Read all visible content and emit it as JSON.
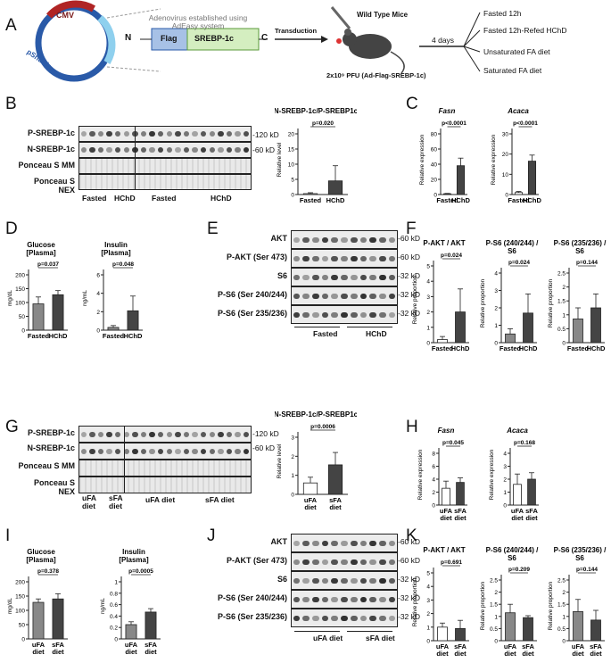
{
  "panel_labels": {
    "A": "A",
    "B": "B",
    "C": "C",
    "D": "D",
    "E": "E",
    "F": "F",
    "G": "G",
    "H": "H",
    "I": "I",
    "J": "J",
    "K": "K"
  },
  "panelA": {
    "cmv": "CMV",
    "pshuttle": "pShuttle",
    "adeno_line1": "Adenovirus established using",
    "adeno_line2": "AdEasy system",
    "n": "N",
    "flag": "Flag",
    "srebp": "SREBP-1c",
    "c": "C",
    "transduction": "Transduction",
    "wild_type": "Wild Type Mice",
    "pfu": "2x10⁹ PFU (Ad-Flag-SREBP-1c)",
    "days": "4 days",
    "outcomes": [
      "Fasted 12h",
      "Fasted 12h-Refed HChD",
      "Unsaturated FA diet",
      "Saturated FA diet"
    ]
  },
  "blotB": {
    "rows": [
      "P-SREBP-1c",
      "N-SREBP-1c",
      "Ponceau S MM",
      "Ponceau S NEX"
    ],
    "kd": [
      "-120 kD",
      "-60 kD"
    ],
    "groups": [
      "Fasted",
      "HChD",
      "Fasted",
      "HChD"
    ]
  },
  "blotE": {
    "rows": [
      "AKT",
      "P-AKT  (Ser 473)",
      "S6",
      "P-S6 (Ser 240/244)",
      "P-S6 (Ser 235/236)"
    ],
    "kd": [
      "-60 kD",
      "-60 kD",
      "-32 kD",
      "-32 kD",
      "-32 kD"
    ],
    "groups": [
      "Fasted",
      "HChD"
    ]
  },
  "blotG": {
    "rows": [
      "P-SREBP-1c",
      "N-SREBP-1c",
      "Ponceau S MM",
      "Ponceau S NEX"
    ],
    "kd": [
      "-120 kD",
      "-60 kD"
    ],
    "groups": [
      "uFA",
      "diet",
      "sFA",
      "diet",
      "uFA diet",
      "sFA diet"
    ]
  },
  "blotJ": {
    "rows": [
      "AKT",
      "P-AKT (Ser 473)",
      "S6",
      "P-S6 (Ser 240/244)",
      "P-S6 (Ser 235/236)"
    ],
    "kd": [
      "-60 kD",
      "-60 kD",
      "-32 kD",
      "-32 kD",
      "-32 kD"
    ],
    "groups": [
      "uFA diet",
      "sFA diet"
    ]
  },
  "chart_data": [
    {
      "id": "B",
      "type": "bar",
      "title": "N-SREBP-1c/P-SREBP1c",
      "ylabel": "Relative level",
      "categories": [
        "Fasted",
        "HChD"
      ],
      "values": [
        0.3,
        4.5
      ],
      "err": [
        0.3,
        5.0
      ],
      "ylim": [
        0,
        20
      ],
      "yticks": [
        0,
        5,
        10,
        15,
        20
      ],
      "pvalue": "p=0.020",
      "colors": [
        "#ffffff",
        "#444444"
      ]
    },
    {
      "id": "C1",
      "type": "bar",
      "title": "Fasn",
      "italic": true,
      "ylabel": "Relative expression",
      "categories": [
        "Fasted",
        "HChD"
      ],
      "values": [
        1,
        38
      ],
      "err": [
        0.5,
        10
      ],
      "ylim": [
        0,
        80
      ],
      "yticks": [
        0,
        20,
        40,
        60,
        80
      ],
      "pvalue": "p<0.0001",
      "colors": [
        "#ffffff",
        "#444444"
      ]
    },
    {
      "id": "C2",
      "type": "bar",
      "title": "Acaca",
      "italic": true,
      "ylabel": "Relative expression",
      "categories": [
        "Fasted",
        "HChD"
      ],
      "values": [
        1,
        16.5
      ],
      "err": [
        0.5,
        3
      ],
      "ylim": [
        0,
        30
      ],
      "yticks": [
        0,
        10,
        20,
        30
      ],
      "pvalue": "p<0.0001",
      "colors": [
        "#ffffff",
        "#444444"
      ]
    },
    {
      "id": "D1",
      "type": "bar",
      "title": "Glucose",
      "title2": "[Plasma]",
      "ylabel": "mg/dL",
      "categories": [
        "Fasted",
        "HChD"
      ],
      "values": [
        95,
        128
      ],
      "err": [
        25,
        15
      ],
      "ylim": [
        0,
        200
      ],
      "yticks": [
        0,
        50,
        100,
        150,
        200
      ],
      "pvalue": "p=0.037",
      "colors": [
        "#888888",
        "#444444"
      ]
    },
    {
      "id": "D2",
      "type": "bar",
      "title": "Insulin",
      "title2": "[Plasma]",
      "ylabel": "ng/mL",
      "categories": [
        "Fasted",
        "HChD"
      ],
      "values": [
        0.3,
        2.1
      ],
      "err": [
        0.2,
        1.6
      ],
      "ylim": [
        0,
        6
      ],
      "yticks": [
        0,
        2,
        4,
        6
      ],
      "pvalue": "p=0.048",
      "colors": [
        "#888888",
        "#444444"
      ]
    },
    {
      "id": "F1",
      "type": "bar",
      "title": "P-AKT / AKT",
      "ylabel": "Relative proportion",
      "categories": [
        "Fasted",
        "HChD"
      ],
      "values": [
        0.2,
        2.0
      ],
      "err": [
        0.2,
        1.5
      ],
      "ylim": [
        0,
        5
      ],
      "yticks": [
        0,
        1,
        2,
        3,
        4,
        5
      ],
      "pvalue": "p=0.024",
      "colors": [
        "#ffffff",
        "#444444"
      ]
    },
    {
      "id": "F2",
      "type": "bar",
      "title": "P-S6 (240/244) /",
      "title2": "S6",
      "ylabel": "Relative proportion",
      "categories": [
        "Fasted",
        "HChD"
      ],
      "values": [
        0.5,
        1.7
      ],
      "err": [
        0.3,
        1.1
      ],
      "ylim": [
        0,
        4
      ],
      "yticks": [
        0,
        1,
        2,
        3,
        4
      ],
      "pvalue": "p=0.024",
      "colors": [
        "#888888",
        "#444444"
      ]
    },
    {
      "id": "F3",
      "type": "bar",
      "title": "P-S6 (235/236) /",
      "title2": "S6",
      "ylabel": "Relative proportion",
      "categories": [
        "Fasted",
        "HChD"
      ],
      "values": [
        0.85,
        1.25
      ],
      "err": [
        0.4,
        0.5
      ],
      "ylim": [
        0,
        2.5
      ],
      "yticks": [
        0,
        0.5,
        1,
        1.5,
        2,
        2.5
      ],
      "pvalue": "p=0.144",
      "colors": [
        "#888888",
        "#444444"
      ]
    },
    {
      "id": "G",
      "type": "bar",
      "title": "N-SREBP-1c/P-SREBP1c",
      "ylabel": "Relative level",
      "categories": [
        "uFA diet",
        "sFA diet"
      ],
      "values": [
        0.6,
        1.55
      ],
      "err": [
        0.3,
        0.65
      ],
      "ylim": [
        0,
        3
      ],
      "yticks": [
        0,
        1,
        2,
        3
      ],
      "pvalue": "p=0.0006",
      "colors": [
        "#ffffff",
        "#444444"
      ]
    },
    {
      "id": "H1",
      "type": "bar",
      "title": "Fasn",
      "italic": true,
      "ylabel": "Relative expression",
      "categories": [
        "uFA diet",
        "sFA diet"
      ],
      "values": [
        2.6,
        3.5
      ],
      "err": [
        1.1,
        0.7
      ],
      "ylim": [
        0,
        8
      ],
      "yticks": [
        0,
        2,
        4,
        6,
        8
      ],
      "pvalue": "p=0.045",
      "colors": [
        "#ffffff",
        "#444444"
      ]
    },
    {
      "id": "H2",
      "type": "bar",
      "title": "Acaca",
      "italic": true,
      "ylabel": "Relative expression",
      "categories": [
        "uFA diet",
        "sFA diet"
      ],
      "values": [
        1.6,
        2.0
      ],
      "err": [
        0.8,
        0.5
      ],
      "ylim": [
        0,
        4
      ],
      "yticks": [
        0,
        1,
        2,
        3,
        4
      ],
      "pvalue": "p=0.168",
      "colors": [
        "#ffffff",
        "#444444"
      ]
    },
    {
      "id": "I1",
      "type": "bar",
      "title": "Glucose",
      "title2": "[Plasma]",
      "ylabel": "mg/dL",
      "categories": [
        "uFA diet",
        "sFA diet"
      ],
      "values": [
        128,
        140
      ],
      "err": [
        12,
        18
      ],
      "ylim": [
        0,
        200
      ],
      "yticks": [
        0,
        50,
        100,
        150,
        200
      ],
      "pvalue": "p=0.378",
      "colors": [
        "#888888",
        "#444444"
      ]
    },
    {
      "id": "I2",
      "type": "bar",
      "title": "Insulin",
      "title2": "[Plasma]",
      "ylabel": "ng/mL",
      "categories": [
        "uFA diet",
        "sFA diet"
      ],
      "values": [
        0.25,
        0.47
      ],
      "err": [
        0.05,
        0.06
      ],
      "ylim": [
        0,
        1.0
      ],
      "yticks": [
        0,
        0.2,
        0.4,
        0.6,
        0.8,
        1.0
      ],
      "pvalue": "p=0.0005",
      "colors": [
        "#888888",
        "#444444"
      ]
    },
    {
      "id": "K1",
      "type": "bar",
      "title": "P-AKT / AKT",
      "ylabel": "Relative proportion",
      "categories": [
        "uFA diet",
        "sFA diet"
      ],
      "values": [
        1.0,
        0.9
      ],
      "err": [
        0.3,
        0.6
      ],
      "ylim": [
        0,
        5
      ],
      "yticks": [
        0,
        1,
        2,
        3,
        4,
        5
      ],
      "pvalue": "p=0.691",
      "colors": [
        "#ffffff",
        "#444444"
      ]
    },
    {
      "id": "K2",
      "type": "bar",
      "title": "P-S6 (240/244) /",
      "title2": "S6",
      "ylabel": "Relative proportion",
      "categories": [
        "uFA diet",
        "sFA diet"
      ],
      "values": [
        1.15,
        0.95
      ],
      "err": [
        0.35,
        0.08
      ],
      "ylim": [
        0,
        2.5
      ],
      "yticks": [
        0,
        0.5,
        1,
        1.5,
        2,
        2.5
      ],
      "pvalue": "p=0.209",
      "colors": [
        "#888888",
        "#444444"
      ]
    },
    {
      "id": "K3",
      "type": "bar",
      "title": "P-S6 (235/236) /",
      "title2": "S6",
      "ylabel": "Relative proportion",
      "categories": [
        "uFA diet",
        "sFA diet"
      ],
      "values": [
        1.2,
        0.85
      ],
      "err": [
        0.5,
        0.4
      ],
      "ylim": [
        0,
        2.5
      ],
      "yticks": [
        0,
        0.5,
        1,
        1.5,
        2,
        2.5
      ],
      "pvalue": "p=0.144",
      "colors": [
        "#888888",
        "#444444"
      ]
    }
  ]
}
